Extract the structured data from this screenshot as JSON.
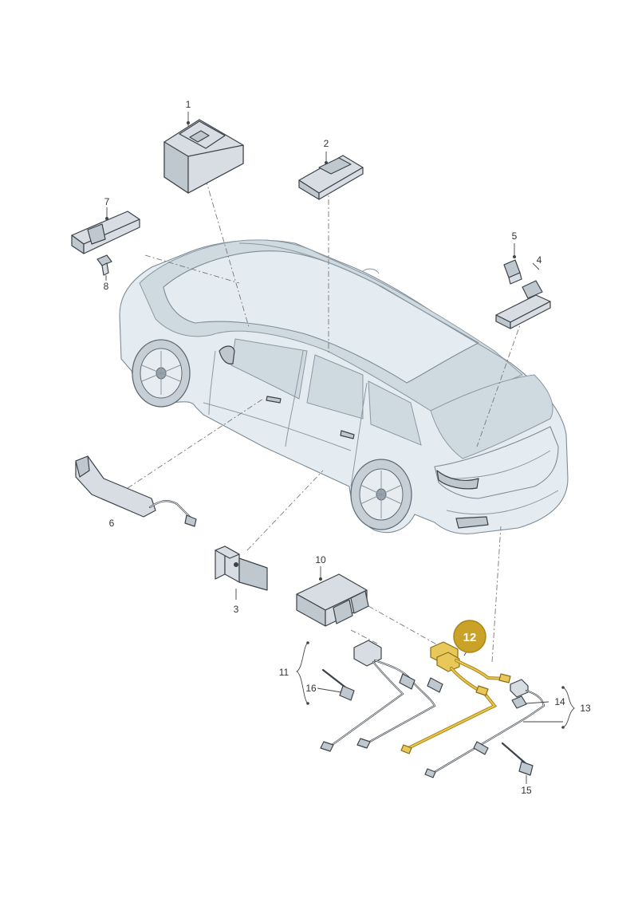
{
  "highlight_color": "#C9A227",
  "highlighted_part": "12",
  "callouts": {
    "p1": "1",
    "p2": "2",
    "p3": "3",
    "p4": "4",
    "p5": "5",
    "p6": "6",
    "p7": "7",
    "p8": "8",
    "p10": "10",
    "p11": "11",
    "p12": "12",
    "p13": "13",
    "p14": "14",
    "p15": "15",
    "p16": "16"
  }
}
